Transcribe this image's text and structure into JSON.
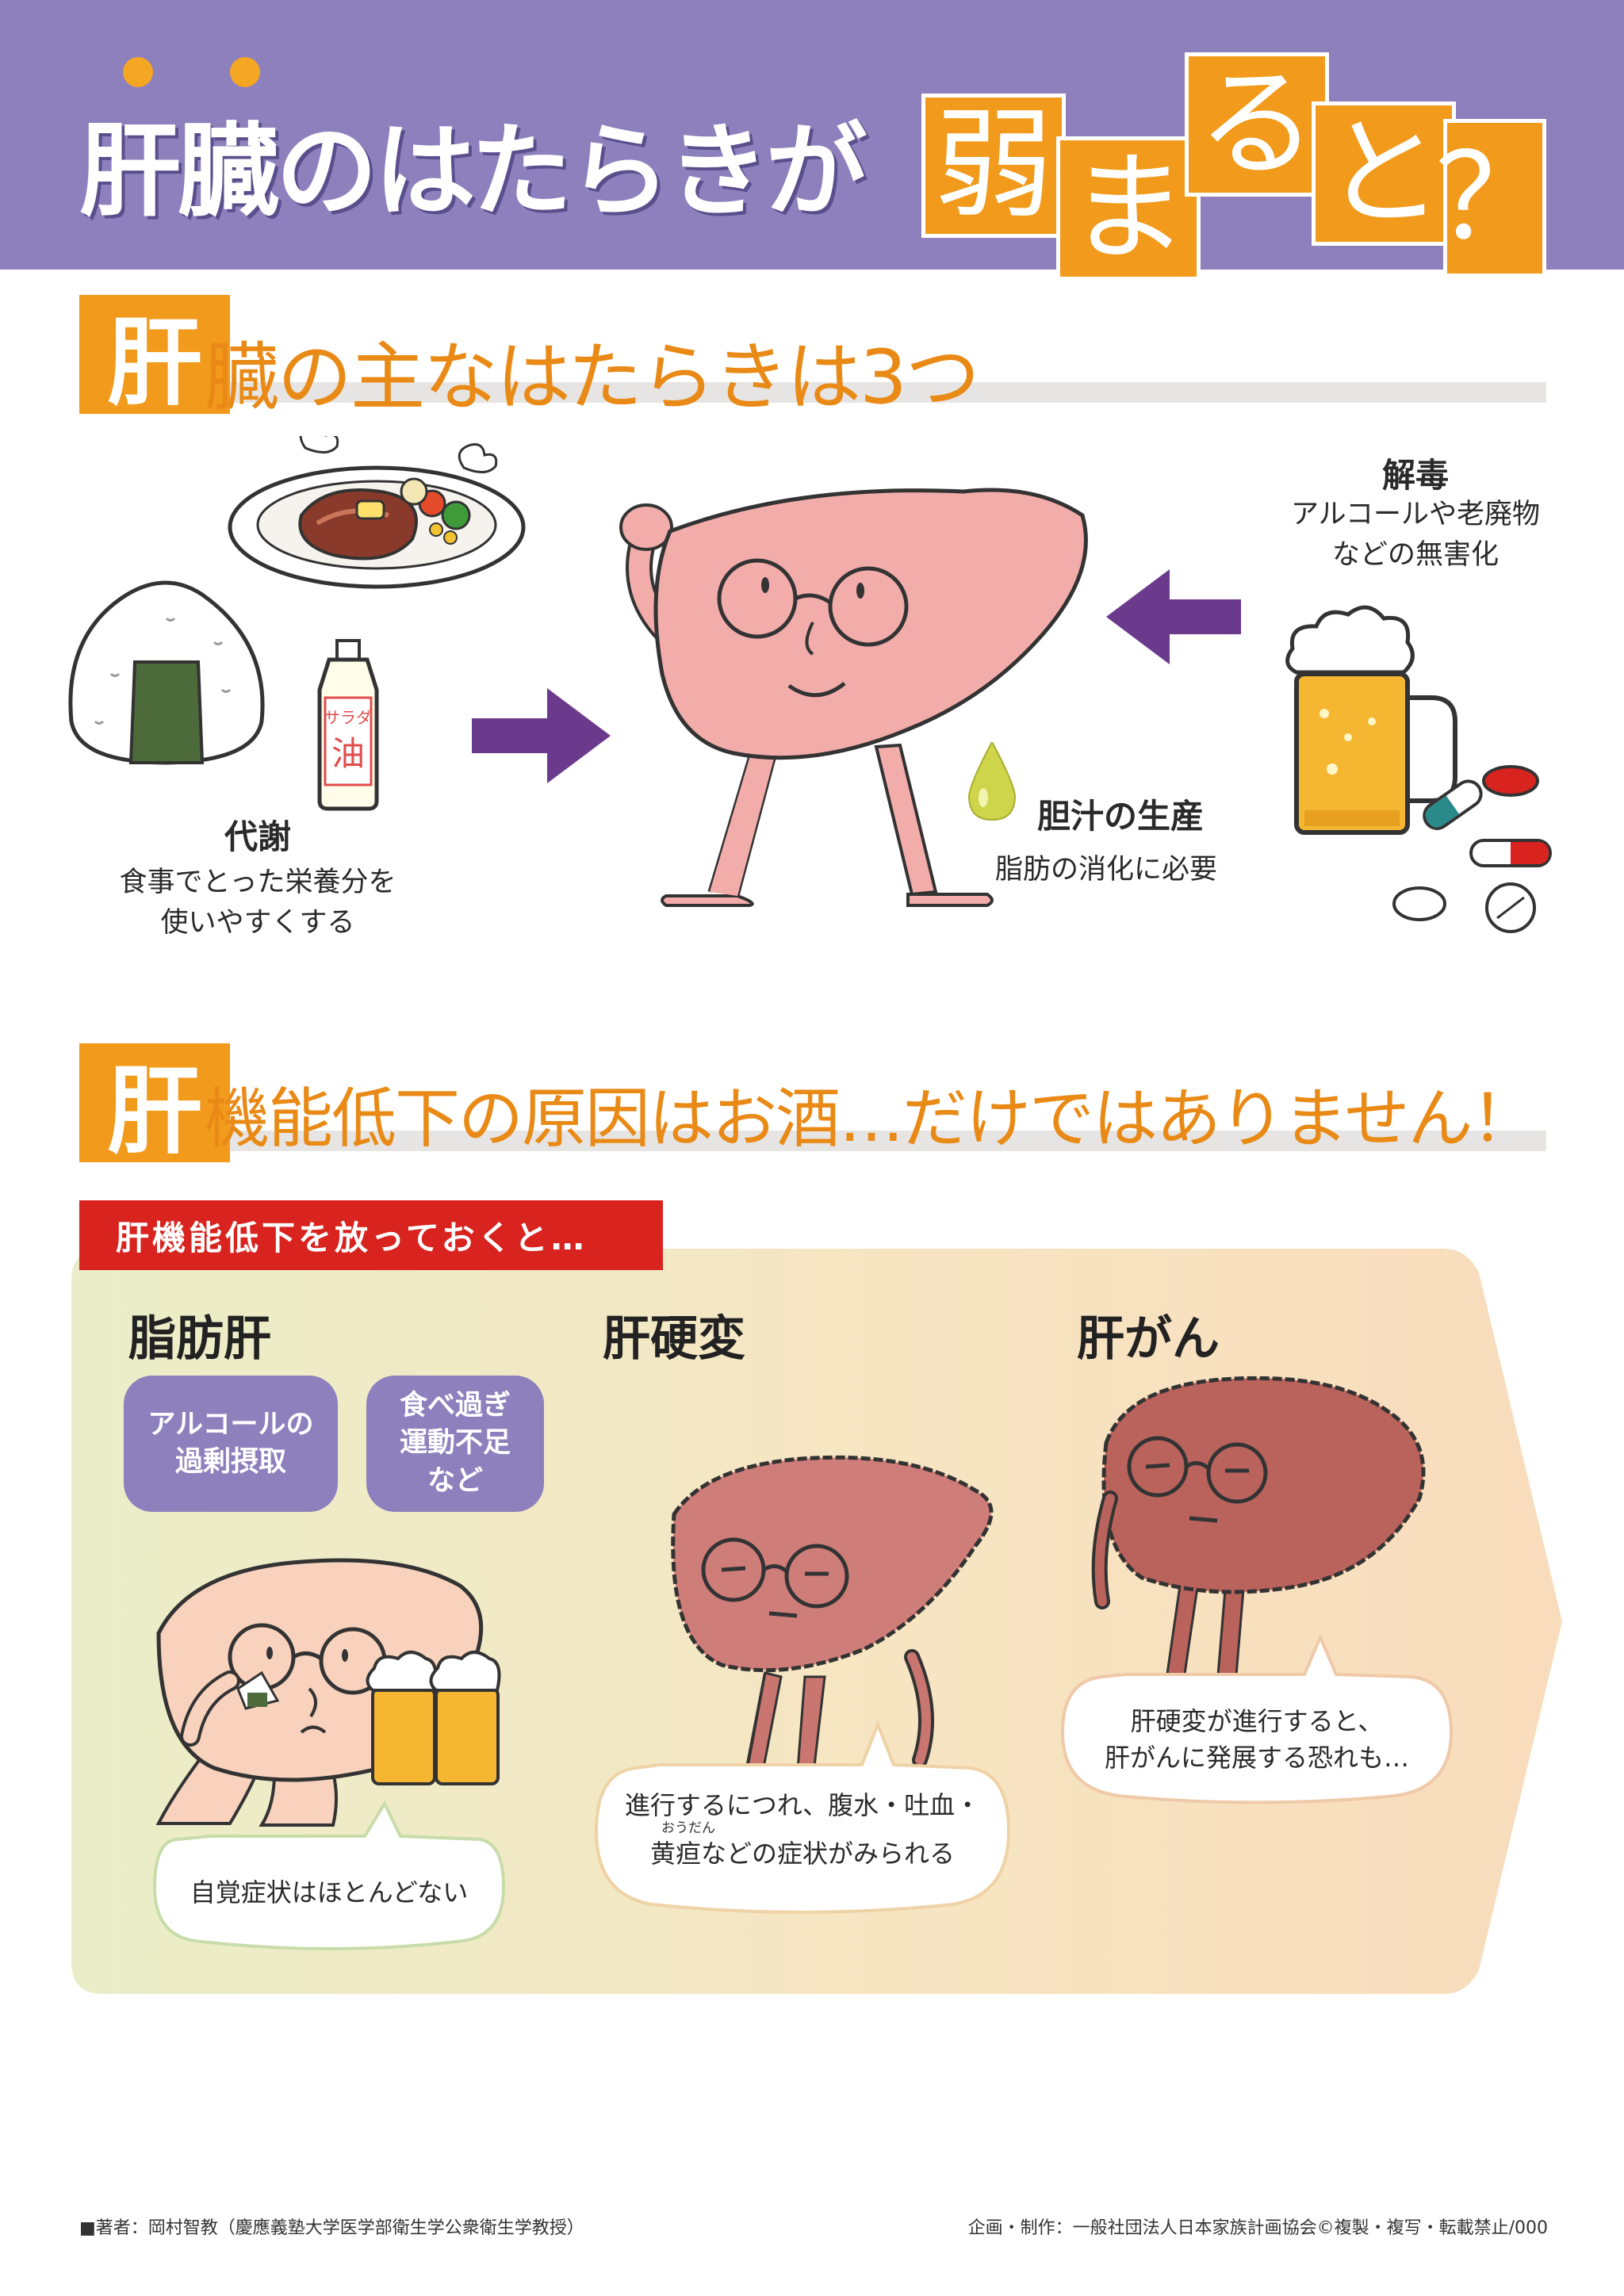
{
  "header": {
    "title_main": "肝臓のはたらきが",
    "title_chars": [
      "弱",
      "ま",
      "る",
      "と",
      "？"
    ]
  },
  "section1": {
    "box_char": "肝",
    "title": "臓の主なはたらきは3つ",
    "functions": [
      {
        "title": "代謝",
        "desc": [
          "食事でとった栄養分を",
          "使いやすくする"
        ]
      },
      {
        "title": "胆汁の生産",
        "desc": [
          "脂肪の消化に必要"
        ]
      },
      {
        "title": "解毒",
        "desc": [
          "アルコールや老廃物",
          "などの無害化"
        ]
      }
    ],
    "oil_label_small": "サラダ",
    "oil_label_big": "油"
  },
  "section2": {
    "box_char": "肝",
    "title": "機能低下の原因はお酒…だけではありません！",
    "banner": "肝機能低下を放っておくと…",
    "stages": [
      {
        "title": "脂肪肝",
        "bubble": [
          "自覚症状はほとんどない"
        ]
      },
      {
        "title": "肝硬変",
        "bubble": [
          "進行するにつれ、腹水・吐血・",
          "黄疸などの症状がみられる"
        ],
        "ruby": "おうだん"
      },
      {
        "title": "肝がん",
        "bubble": [
          "肝硬変が進行すると、",
          "肝がんに発展する恐れも…"
        ]
      }
    ],
    "causes": [
      [
        "アルコールの",
        "過剰摂取"
      ],
      [
        "食べ過ぎ",
        "運動不足",
        "など"
      ]
    ]
  },
  "footer": {
    "author": "■著者：岡村智教（慶應義塾大学医学部衛生学公衆衛生学教授）",
    "credit": "企画・制作：一般社団法人日本家族計画協会©複製・複写・転載禁止/000"
  },
  "colors": {
    "header_purple": "#8d80bd",
    "accent_orange": "#f29a1b",
    "title_orange": "#e98a17",
    "banner_red": "#d8231f",
    "liver_pink": "#f2adab",
    "arrow_purple": "#6b3a8c"
  },
  "icons": [
    "onigiri-icon",
    "steak-plate-icon",
    "oil-bottle-icon",
    "bile-drop-icon",
    "beer-mug-icon",
    "pills-icon",
    "arrow-right-icon",
    "arrow-left-icon"
  ]
}
